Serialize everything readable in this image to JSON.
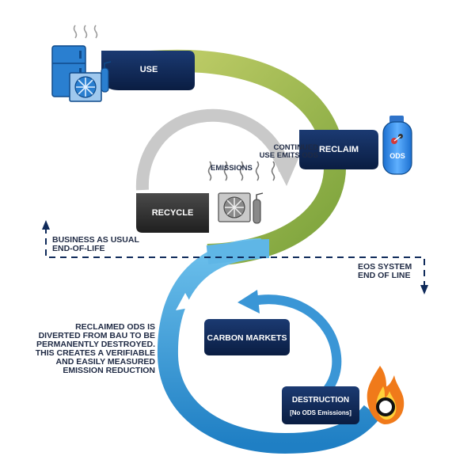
{
  "colors": {
    "navy": "#0f2a5a",
    "navy_dark": "#0a1d42",
    "green": "#a3b840",
    "blue": "#2e8fd0",
    "blue_light": "#6bbbe8",
    "gray_dark": "#2f2f2f",
    "gray_arrow": "#c7c7c7",
    "text": "#1f2a44"
  },
  "boxes": {
    "use": "USE",
    "reclaim": "RECLAIM",
    "recycle": "RECYCLE",
    "carbon_markets": "CARBON MARKETS",
    "destruction": "DESTRUCTION",
    "destruction_sub": "[No ODS Emissions]"
  },
  "labels": {
    "continued_line1": "CONTINUED",
    "continued_line2": "USE EMITS ODS",
    "emissions": "EMISSIONS",
    "bau_line1": "BUSINESS AS USUAL",
    "bau_line2": "END-OF-LIFE",
    "eos_line1": "EOS SYSTEM",
    "eos_line2": "END OF LINE",
    "reclaimed_lines": [
      "RECLAIMED ODS IS",
      "DIVERTED FROM BAU TO BE",
      "PERMANENTLY DESTROYED.",
      "THIS CREATES A VERIFIABLE",
      "AND EASILY MEASURED",
      "EMISSION REDUCTION"
    ]
  },
  "icons": {
    "appliances_top": "fridge-ac-extinguisher-icon",
    "ods_tank": "ods-tank-icon",
    "appliances_mid": "ac-extinguisher-icon",
    "flame": "flame-icon",
    "ods_tank_label": "ODS"
  }
}
